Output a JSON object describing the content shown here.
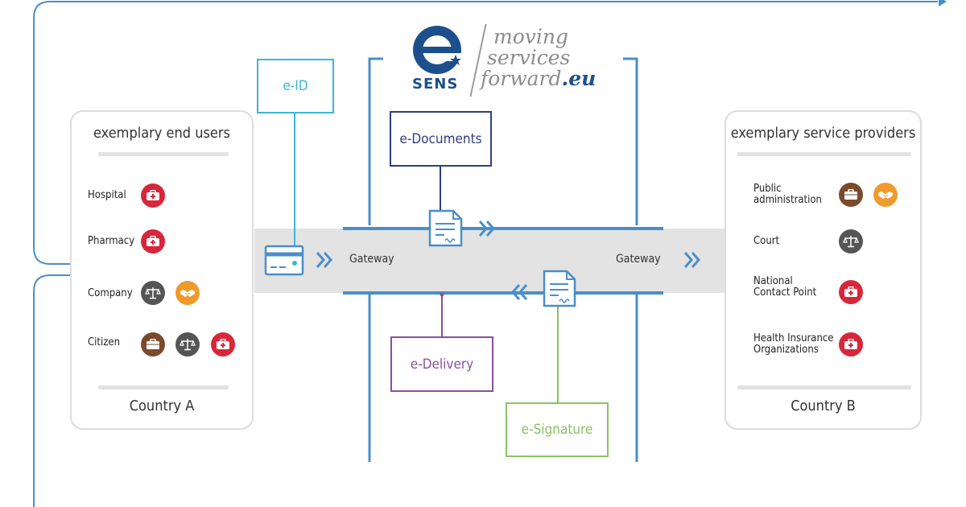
{
  "logo": {
    "mark_label": "SENS",
    "tagline_lines": [
      "moving",
      "services",
      "forward"
    ],
    "tagline_suffix": ".eu"
  },
  "left_panel": {
    "title": "exemplary end users",
    "footer": "Country A",
    "rows": [
      {
        "label": "Hospital",
        "icons": [
          "medical-kit-icon"
        ]
      },
      {
        "label": "Pharmacy",
        "icons": [
          "medical-kit-icon"
        ]
      },
      {
        "label": "Company",
        "icons": [
          "scales-icon",
          "handshake-icon"
        ]
      },
      {
        "label": "Citizen",
        "icons": [
          "briefcase-icon",
          "scales-icon",
          "medical-kit-icon"
        ]
      }
    ]
  },
  "right_panel": {
    "title": "exemplary service providers",
    "footer": "Country B",
    "rows": [
      {
        "label_lines": [
          "Public",
          "administration"
        ],
        "icons": [
          "briefcase-icon",
          "handshake-icon"
        ]
      },
      {
        "label_lines": [
          "Court"
        ],
        "icons": [
          "scales-icon"
        ]
      },
      {
        "label_lines": [
          "National",
          "Contact Point"
        ],
        "icons": [
          "medical-kit-icon"
        ]
      },
      {
        "label_lines": [
          "Health Insurance",
          "Organizations"
        ],
        "icons": [
          "medical-kit-icon"
        ]
      }
    ]
  },
  "building_blocks": {
    "eid": "e-ID",
    "edocuments": "e-Documents",
    "edelivery": "e-Delivery",
    "esignature": "e-Signature"
  },
  "gateway": {
    "left": "Gateway",
    "right": "Gateway"
  },
  "colors": {
    "blue": "#4a8ec9",
    "eid": "#3cb6d8",
    "edocuments": "#2e3f7f",
    "edelivery": "#8a4f9e",
    "esignature": "#8cc164",
    "red_icon": "#d8263a",
    "brown_icon": "#7a4a2d",
    "gray_icon": "#555555",
    "orange_icon": "#ef9b2c"
  }
}
